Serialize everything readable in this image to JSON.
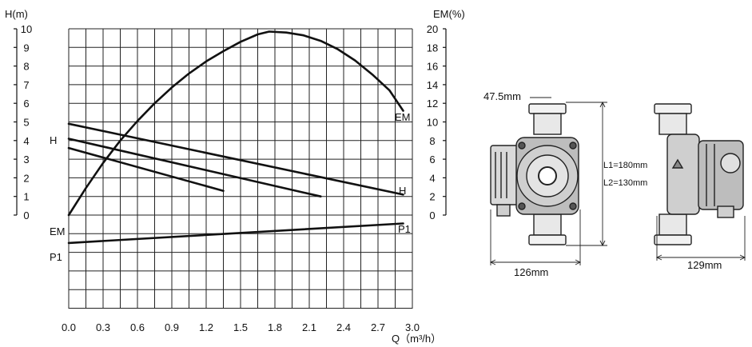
{
  "chart_data": {
    "type": "line",
    "title": "",
    "xlabel": "Q（m³/h）",
    "ylabel_left": "H(m)",
    "ylabel_right": "EM(%)",
    "xlim": [
      0,
      3.0
    ],
    "ylim_left": [
      0,
      10
    ],
    "ylim_right": [
      0,
      20
    ],
    "grid": true,
    "x_ticks": [
      "0.0",
      "0.3",
      "0.6",
      "0.9",
      "1.2",
      "1.5",
      "1.8",
      "2.1",
      "2.4",
      "2.7",
      "3.0"
    ],
    "y_left_ticks": [
      "0",
      "1",
      "2",
      "3",
      "4",
      "5",
      "6",
      "7",
      "8",
      "9",
      "10"
    ],
    "y_right_ticks": [
      "0",
      "2",
      "4",
      "6",
      "8",
      "10",
      "12",
      "14",
      "16",
      "18",
      "20"
    ],
    "series": [
      {
        "name": "H",
        "axis": "left",
        "x": [
          0,
          1.35
        ],
        "y": [
          3.6,
          1.3
        ]
      },
      {
        "name": "H",
        "axis": "left",
        "x": [
          0,
          2.2
        ],
        "y": [
          4.1,
          1.0
        ]
      },
      {
        "name": "H",
        "axis": "left",
        "x": [
          0,
          2.92
        ],
        "y": [
          4.9,
          1.1
        ]
      },
      {
        "name": "EM",
        "axis": "right",
        "x": [
          0,
          0.15,
          0.3,
          0.45,
          0.6,
          0.75,
          0.9,
          1.05,
          1.2,
          1.35,
          1.5,
          1.65,
          1.75,
          1.9,
          2.05,
          2.2,
          2.35,
          2.5,
          2.65,
          2.8,
          2.92
        ],
        "y": [
          0,
          2.9,
          5.6,
          8.0,
          10.1,
          12.0,
          13.7,
          15.2,
          16.5,
          17.6,
          18.6,
          19.4,
          19.7,
          19.6,
          19.3,
          18.7,
          17.8,
          16.6,
          15.1,
          13.4,
          11.2
        ]
      },
      {
        "name": "P1",
        "axis": "left",
        "x": [
          0,
          2.92
        ],
        "y": [
          -1.5,
          -0.45
        ]
      }
    ],
    "curve_labels": {
      "h_left": "H",
      "h_right": "H",
      "em_left": "EM",
      "em_right": "EM",
      "p1_left": "P1",
      "p1_right": "P1"
    }
  },
  "dimensions": {
    "port": "47.5mm",
    "width_front": "126mm",
    "width_side": "129mm",
    "l1": "L1=180mm",
    "l2": "L2=130mm"
  }
}
